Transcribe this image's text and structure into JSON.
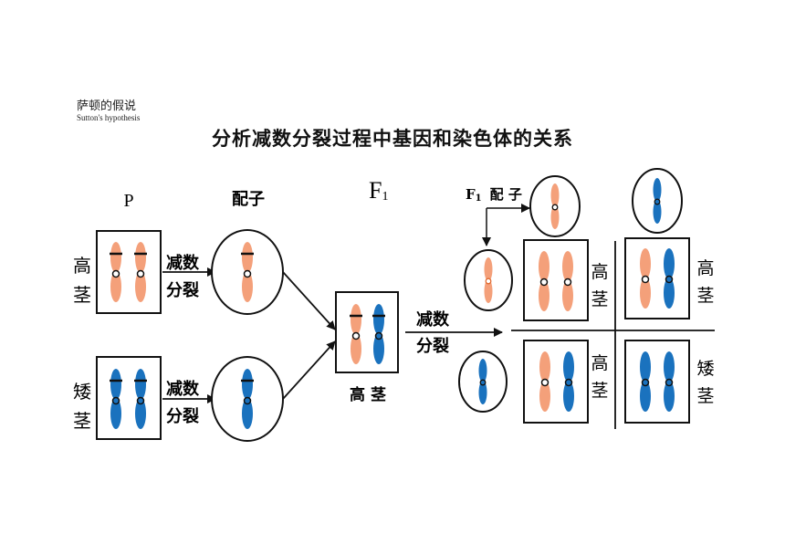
{
  "header": {
    "cn": "萨顿的假说",
    "en": "Sutton's hypothesis"
  },
  "title": "分析减数分裂过程中基因和染色体的关系",
  "labels": {
    "p": "P",
    "gamete": "配子",
    "f1": "F",
    "f1_sub": "1",
    "f1_gamete_f": "F",
    "f1_gamete_sub": "1",
    "f1_gamete_word": "配 子",
    "meiosis1": "减数",
    "meiosis2": "分裂",
    "tall_a": "高",
    "tall_b": "茎",
    "dwarf_a": "矮",
    "dwarf_b": "茎",
    "f1_tall": "高 茎"
  },
  "colors": {
    "orange": "#F4A07A",
    "blue": "#1A72BE",
    "line": "#111111"
  }
}
